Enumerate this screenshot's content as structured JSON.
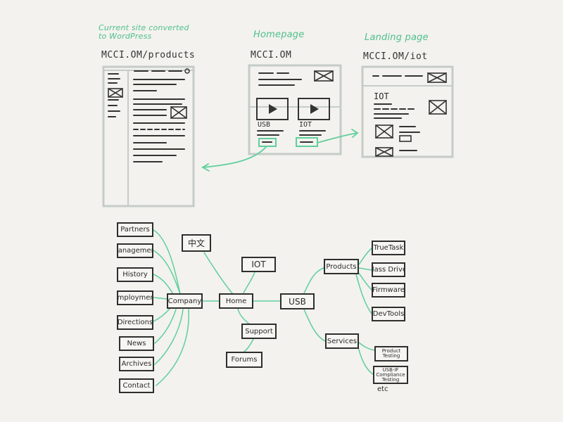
{
  "wireframes": {
    "current_site": {
      "caption_line1": "Current site converted",
      "caption_line2": "to WordPress",
      "url": "MCCI.OM/products"
    },
    "homepage": {
      "caption": "Homepage",
      "url": "MCCI.OM",
      "video_labels": [
        "USB",
        "IOT"
      ]
    },
    "landing_page": {
      "caption": "Landing page",
      "url": "MCCI.OM/iot",
      "heading": "IOT"
    }
  },
  "sitemap": {
    "center": {
      "home": "Home",
      "company": "Company",
      "usb": "USB",
      "iot": "IOT",
      "support": "Support",
      "forums": "Forums",
      "chinese": "中文"
    },
    "company_children": [
      "Partners",
      "Management",
      "History",
      "Employment",
      "Directions",
      "News",
      "Archives",
      "Contact"
    ],
    "usb_children": {
      "products": "Products",
      "services": "Services"
    },
    "products_children": [
      "TrueTask",
      "Class Driver",
      "Firmware",
      "DevTools"
    ],
    "services_children": [
      {
        "line1": "Product",
        "line2": "Testing"
      },
      {
        "line1": "USB-IF",
        "line2": "Compliance",
        "line3": "Testing"
      }
    ],
    "etc": "etc"
  },
  "colors": {
    "connector": "#5fcf9b",
    "wire": "#bfc6c2",
    "ink": "#2e2e2e",
    "paper": "#f3f2ee"
  }
}
